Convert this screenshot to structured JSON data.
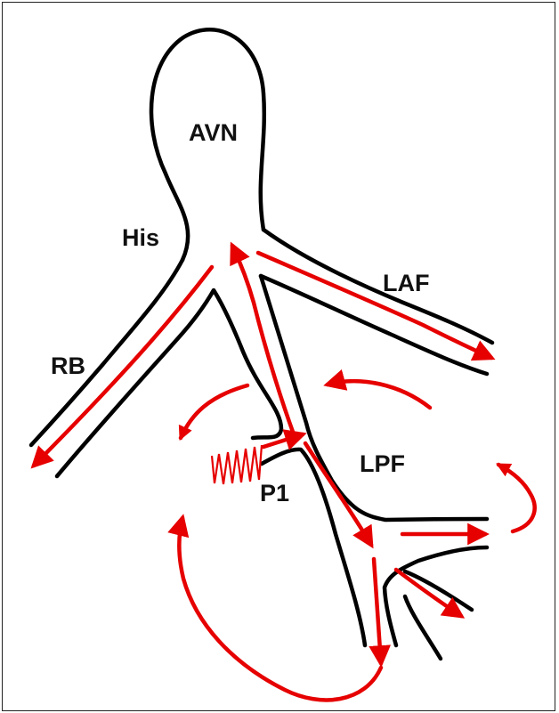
{
  "diagram": {
    "labels": {
      "avn": "AVN",
      "his": "His",
      "laf": "LAF",
      "rb": "RB",
      "lpf": "LPF",
      "p1": "P1"
    },
    "colors": {
      "conduction_pathway": "#000000",
      "impulse_arrows": "#e60000",
      "background": "#ffffff"
    }
  }
}
